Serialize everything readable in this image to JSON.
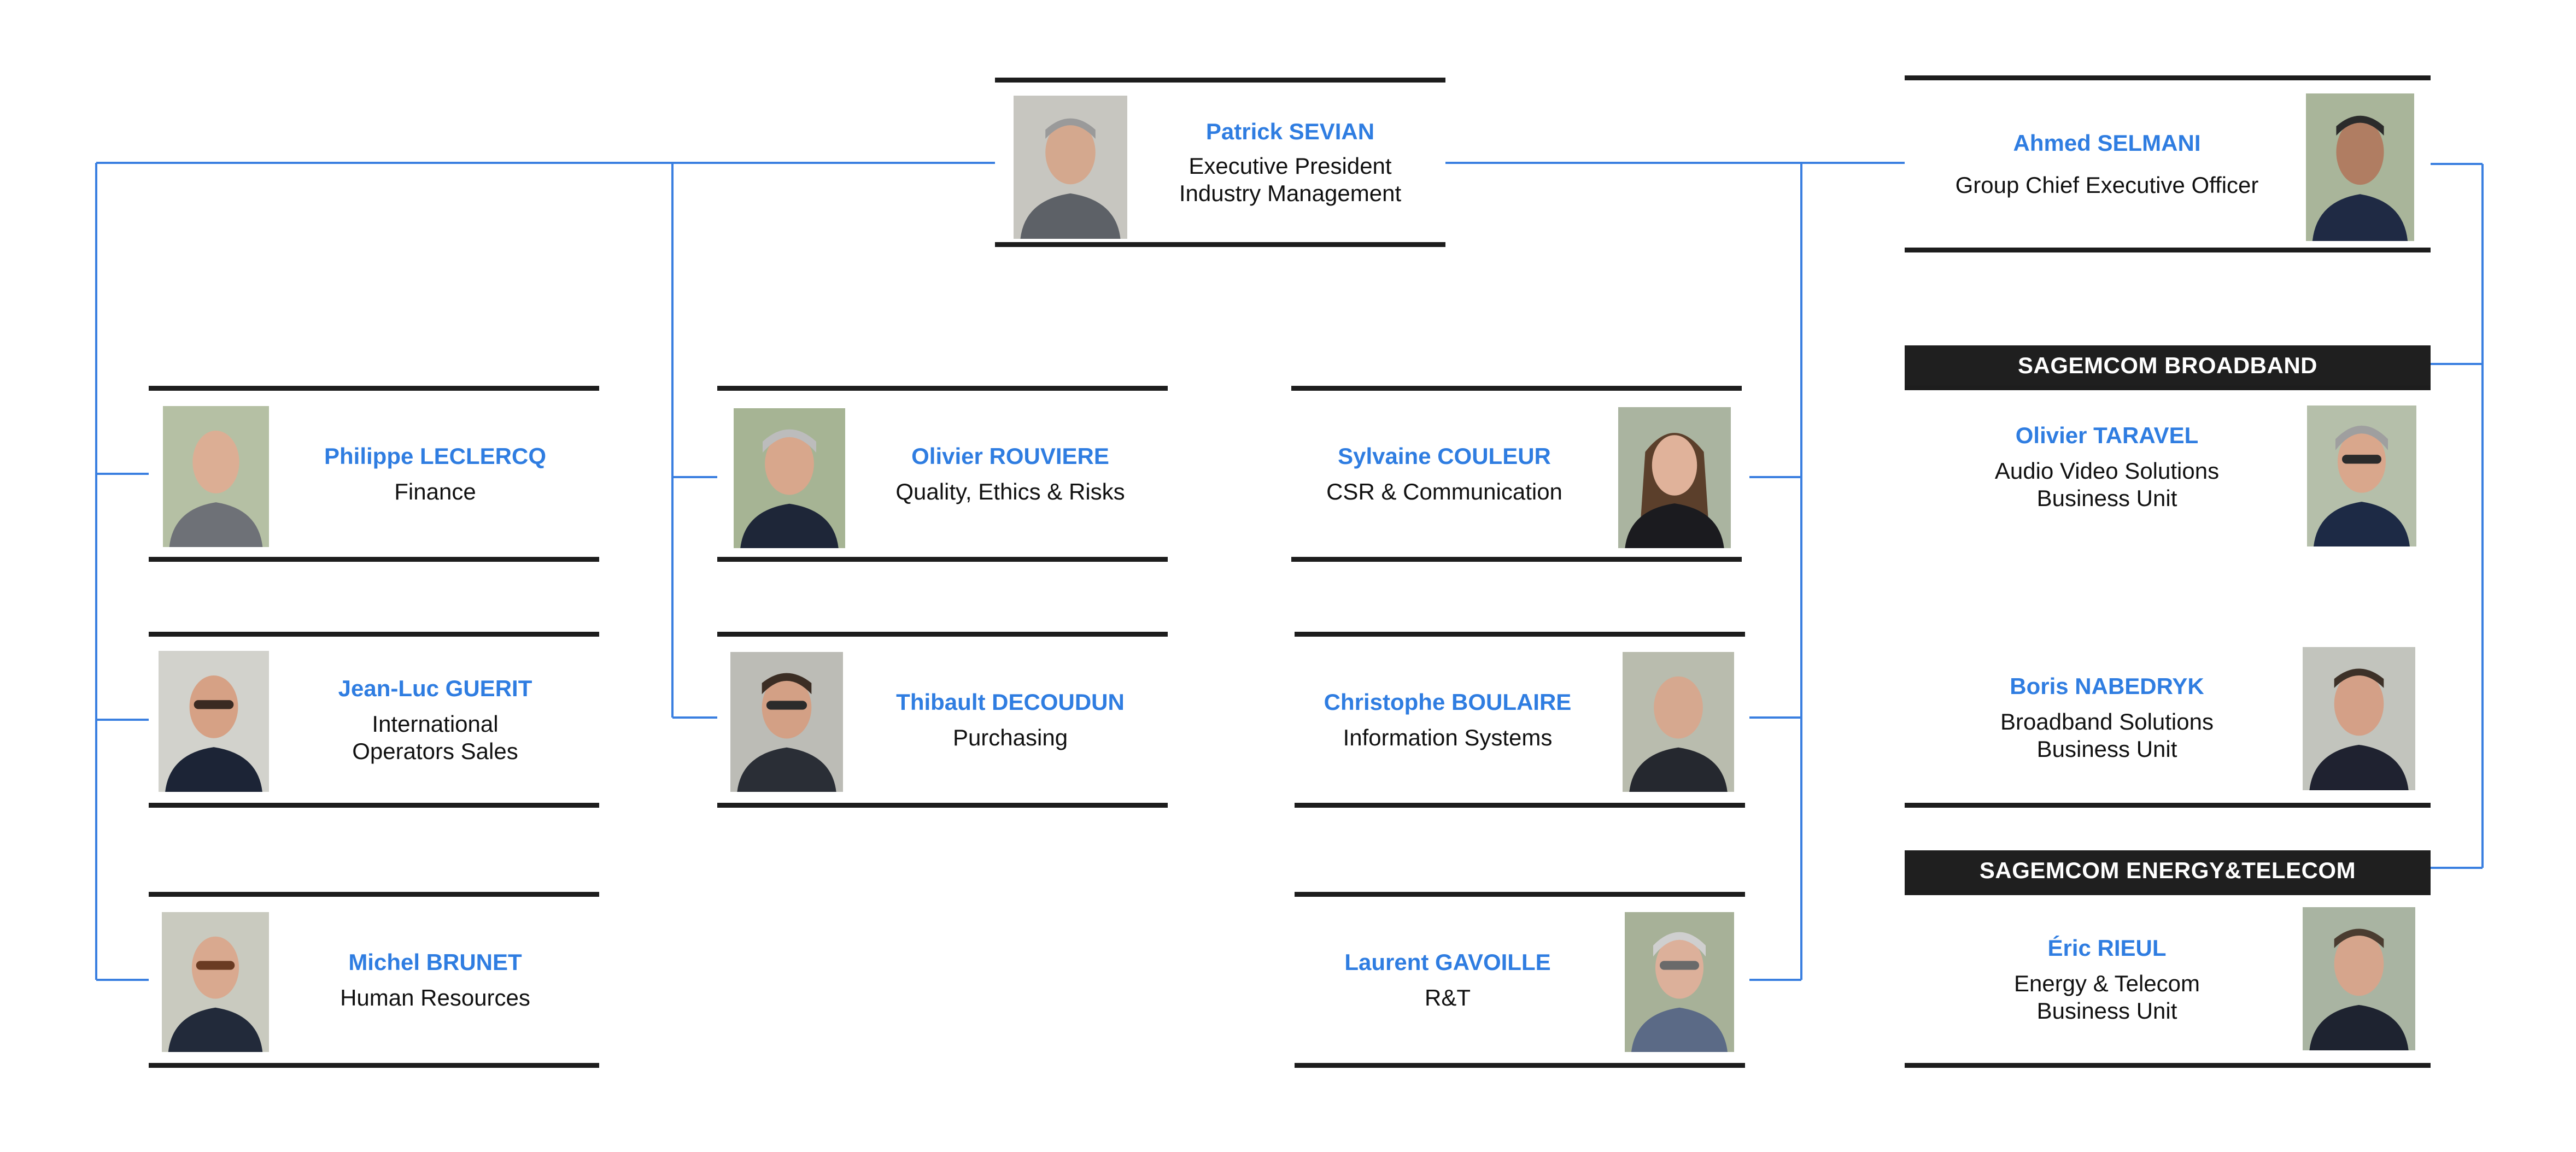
{
  "colors": {
    "name": "#2f7de1",
    "connector": "#3a7fe0",
    "rule": "#1d1d1d",
    "banner_bg": "#1f1f1f",
    "banner_text": "#ffffff"
  },
  "top": {
    "name": "Patrick SEVIAN",
    "role": "Executive President\nIndustry Management"
  },
  "ceo": {
    "name": "Ahmed SELMANI",
    "role": "Group Chief Executive Officer"
  },
  "left_column": [
    {
      "name": "Philippe LECLERCQ",
      "role": "Finance"
    },
    {
      "name": "Jean-Luc GUERIT",
      "role": "International\nOperators Sales"
    },
    {
      "name": "Michel BRUNET",
      "role": "Human Resources"
    }
  ],
  "mid_left_column": [
    {
      "name": "Olivier ROUVIERE",
      "role": "Quality, Ethics & Risks"
    },
    {
      "name": "Thibault DECOUDUN",
      "role": "Purchasing"
    }
  ],
  "mid_right_column": [
    {
      "name": "Sylvaine COULEUR",
      "role": "CSR & Communication"
    },
    {
      "name": "Christophe BOULAIRE",
      "role": "Information Systems"
    },
    {
      "name": "Laurent GAVOILLE",
      "role": "R&T"
    }
  ],
  "broadband": {
    "banner": "SAGEMCOM BROADBAND",
    "units": [
      {
        "name": "Olivier TARAVEL",
        "role": "Audio Video Solutions\nBusiness Unit"
      },
      {
        "name": "Boris NABEDRYK",
        "role": "Broadband Solutions\nBusiness Unit"
      }
    ]
  },
  "energy": {
    "banner": "SAGEMCOM ENERGY&TELECOM",
    "units": [
      {
        "name": "Éric RIEUL",
        "role": "Energy & Telecom\nBusiness Unit"
      }
    ]
  }
}
